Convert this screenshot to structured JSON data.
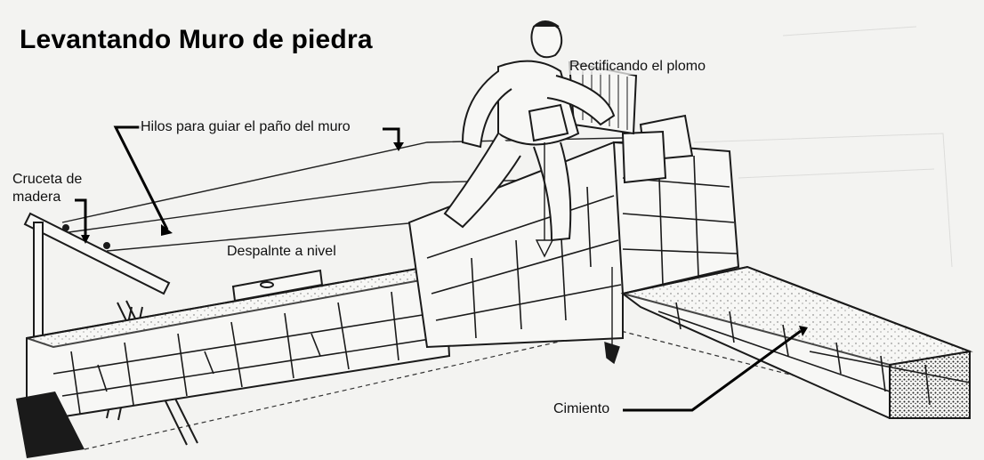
{
  "title": "Levantando Muro de piedra",
  "labels": {
    "rectificando": "Rectificando el plomo",
    "hilos": "Hilos para guiar el paño del muro",
    "cruceta_line1": "Cruceta de",
    "cruceta_line2": "madera",
    "despalnte": "Despalnte a nivel",
    "cimiento": "Cimiento"
  },
  "colors": {
    "ink": "#1a1a1a",
    "paper": "#f3f3f1",
    "shade": "#d9d9d6"
  }
}
